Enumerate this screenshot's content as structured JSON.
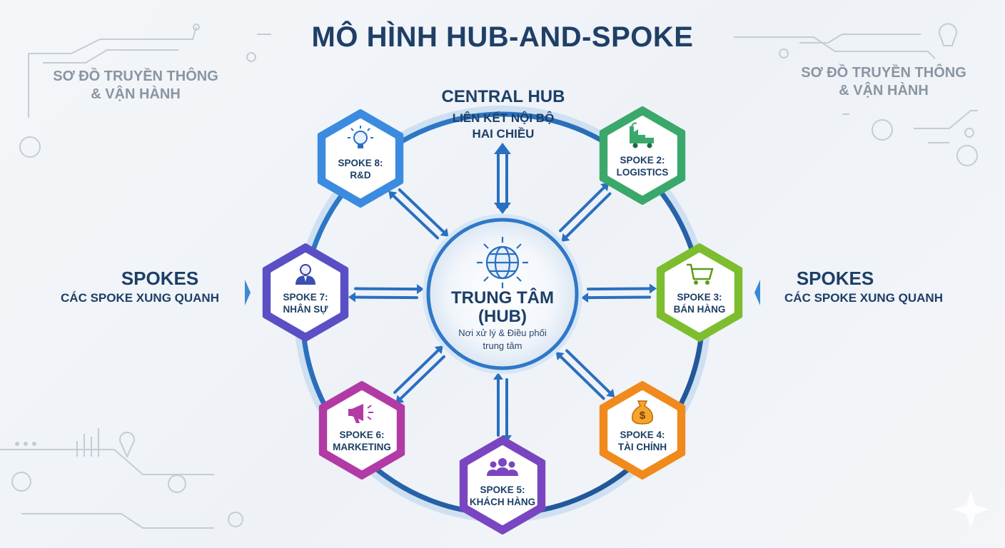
{
  "title": "MÔ HÌNH HUB-AND-SPOKE",
  "corner_left": {
    "line1": "SƠ ĐỒ TRUYỀN THÔNG",
    "line2": "& VẬN HÀNH"
  },
  "corner_right": {
    "line1": "SƠ ĐỒ TRUYỀN THÔNG",
    "line2": "& VẬN HÀNH"
  },
  "central_hub": {
    "title": "CENTRAL HUB",
    "line1": "LIÊN KẾT NỘI BỘ",
    "line2": "HAI CHIỀU"
  },
  "left_side": {
    "title": "SPOKES",
    "subtitle": "CÁC SPOKE XUNG QUANH"
  },
  "right_side": {
    "title": "SPOKES",
    "subtitle": "CÁC SPOKE XUNG QUANH"
  },
  "hub": {
    "title_line1": "TRUNG TÂM",
    "title_line2": "(HUB)",
    "desc_line1": "Nơi xử lý & Điều phối",
    "desc_line2": "trung tâm",
    "icon": "globe-icon"
  },
  "colors": {
    "navy": "#1f3f66",
    "ring": "#2a69b4"
  },
  "spokes": [
    {
      "line1": "SPOKE 8:",
      "line2": "R&D",
      "icon": "lightbulb-icon",
      "color": "#3b8be0"
    },
    {
      "line1": "SPOKE 2:",
      "line2": "LOGISTICS",
      "icon": "factory-truck-icon",
      "color": "#3aa86a"
    },
    {
      "line1": "SPOKE 3:",
      "line2": "BÁN HÀNG",
      "icon": "shopping-cart-icon",
      "color": "#7dbd2f"
    },
    {
      "line1": "SPOKE 4:",
      "line2": "TÀI CHÍNH",
      "icon": "money-bag-icon",
      "color": "#f08a1c"
    },
    {
      "line1": "SPOKE 5:",
      "line2": "KHÁCH HÀNG",
      "icon": "customers-icon",
      "color": "#7a45c0"
    },
    {
      "line1": "SPOKE 6:",
      "line2": "MARKETING",
      "icon": "megaphone-icon",
      "color": "#b23aa5"
    },
    {
      "line1": "SPOKE 7:",
      "line2": "NHÂN SỰ",
      "icon": "person-icon",
      "color": "#5a4fc4"
    }
  ]
}
